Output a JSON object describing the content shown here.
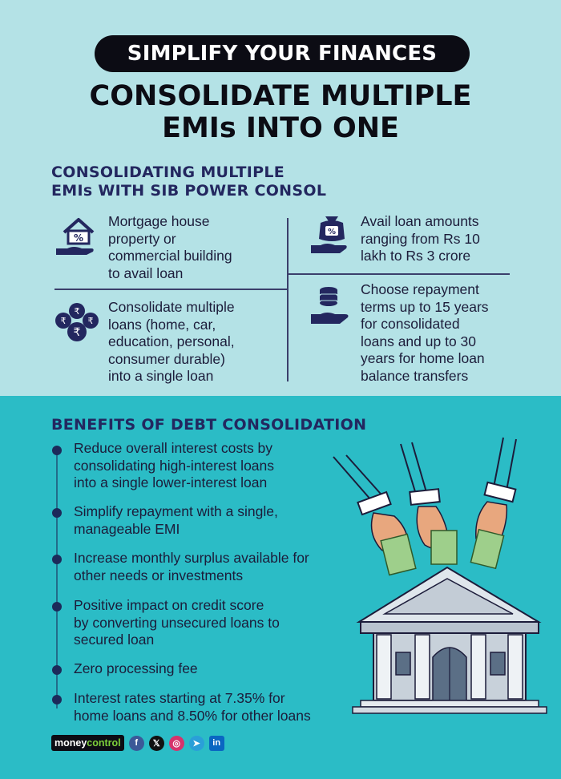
{
  "header": {
    "pill": "SIMPLIFY YOUR FINANCES",
    "headline_line1": "CONSOLIDATE MULTIPLE",
    "headline_line2": "EMIs INTO ONE"
  },
  "section1": {
    "heading_line1": "CONSOLIDATING MULTIPLE",
    "heading_line2": "EMIs WITH SIB POWER CONSOL",
    "features": [
      {
        "icon": "house-percent-icon",
        "lines": [
          "Mortgage house",
          "property or",
          "commercial building",
          "to avail loan"
        ]
      },
      {
        "icon": "wallet-percent-icon",
        "lines": [
          "Avail loan amounts",
          "ranging from Rs 10",
          "lakh to Rs 3 crore"
        ]
      },
      {
        "icon": "rupee-coins-icon",
        "lines": [
          "Consolidate multiple",
          "loans (home, car,",
          "education, personal,",
          "consumer durable)",
          "into a single loan"
        ]
      },
      {
        "icon": "coin-stack-hand-icon",
        "lines": [
          "Choose repayment",
          "terms up to 15 years",
          "for consolidated",
          "loans and up to 30",
          "years for home loan",
          "balance transfers"
        ]
      }
    ]
  },
  "section2": {
    "heading": "BENEFITS OF DEBT CONSOLIDATION",
    "benefits": [
      {
        "lines": [
          "Reduce overall interest costs by",
          "consolidating high-interest loans",
          "into a single lower-interest loan"
        ]
      },
      {
        "lines": [
          "Simplify repayment with a single,",
          "manageable EMI"
        ]
      },
      {
        "lines": [
          "Increase monthly surplus available for",
          "other needs or investments"
        ]
      },
      {
        "lines": [
          "Positive impact on credit score",
          "by converting unsecured loans to",
          "secured loan"
        ]
      },
      {
        "lines": [
          "Zero processing fee"
        ]
      },
      {
        "lines": [
          "Interest rates starting at 7.35% for",
          "home loans and 8.50% for other loans"
        ]
      }
    ]
  },
  "illustration": {
    "icon": "hands-cash-bank-icon"
  },
  "footer": {
    "brand_part1": "money",
    "brand_part2": "control",
    "social": [
      {
        "icon": "facebook-icon",
        "glyph": "f",
        "color": "#3b5998"
      },
      {
        "icon": "x-icon",
        "glyph": "𝕏",
        "color": "#111111"
      },
      {
        "icon": "instagram-icon",
        "glyph": "◎",
        "color": "#d6336c"
      },
      {
        "icon": "telegram-icon",
        "glyph": "➤",
        "color": "#2a9fd8"
      },
      {
        "icon": "linkedin-icon",
        "glyph": "in",
        "color": "#0a66c2"
      }
    ]
  },
  "colors": {
    "top_bg": "#b4e2e6",
    "bottom_bg": "#2bbcc6",
    "heading_navy": "#23275f",
    "pill_bg": "#0c0c14"
  }
}
